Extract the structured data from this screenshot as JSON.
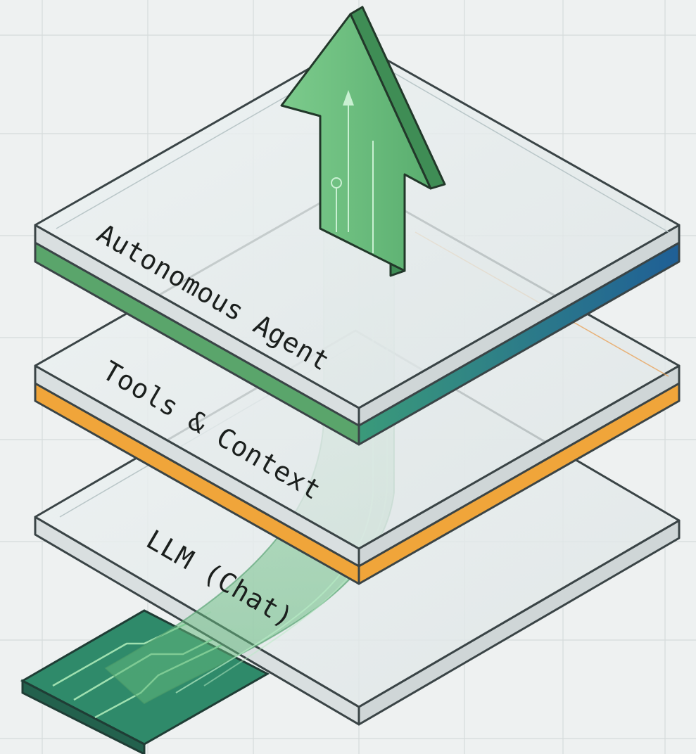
{
  "layers": [
    {
      "label": "Autonomous Agent",
      "edge_color": "#5aa56b",
      "edge_color_right": "#1f5f96",
      "level": "top"
    },
    {
      "label": "Tools & Context",
      "edge_color": "#f0a53a",
      "level": "middle"
    },
    {
      "label": "LLM (Chat)",
      "edge_color": "#c4ccce",
      "level": "bottom"
    }
  ],
  "arrow": {
    "icon": "up-arrow-icon",
    "color": "#6ec07f",
    "direction": "up"
  },
  "input_strip": {
    "icon": "circuit-strip-icon",
    "color": "#2f8a6a"
  },
  "colors": {
    "background": "#eef1f1",
    "grid": "#d7dcdc",
    "glass": "#e3e9ea",
    "glass_edge": "#3a4446"
  }
}
